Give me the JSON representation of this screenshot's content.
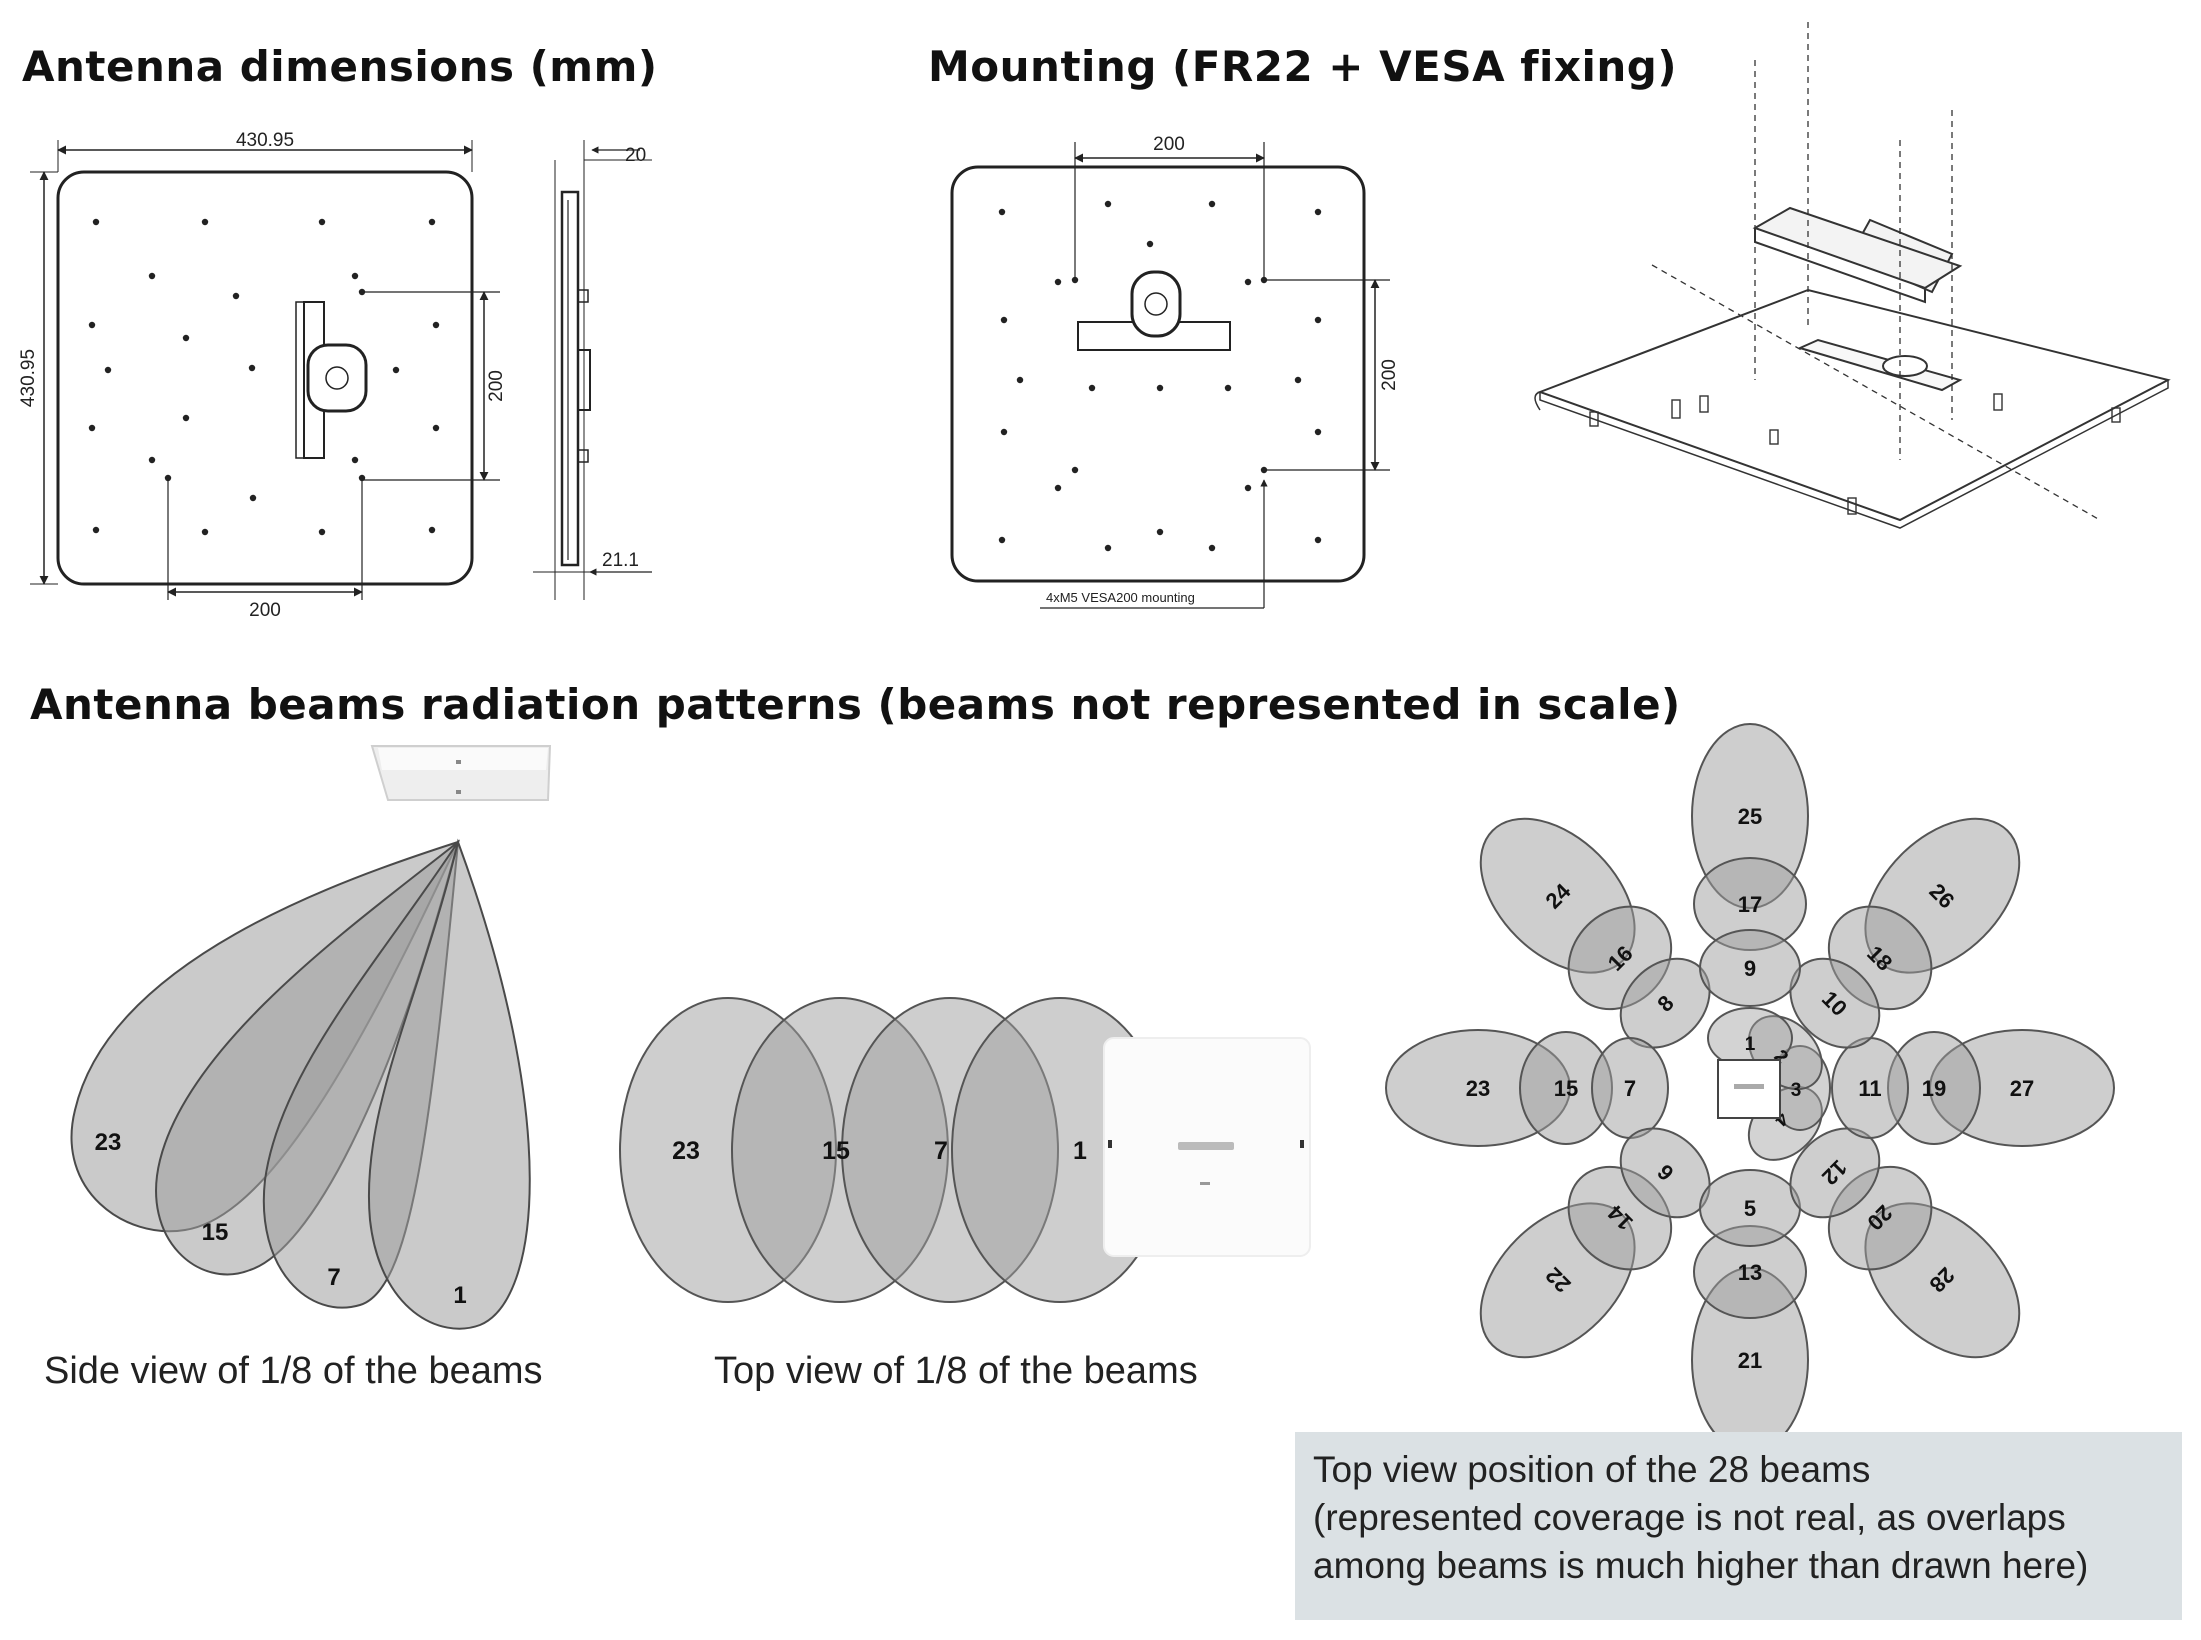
{
  "headings": {
    "dimensions": "Antenna dimensions (mm)",
    "mounting": "Mounting (FR22 + VESA fixing)",
    "beams": "Antenna beams radiation patterns (beams not represented in scale)"
  },
  "dimensions": {
    "width": "430.95",
    "height": "430.95",
    "hole_spacing_horizontal": "200",
    "hole_spacing_vertical": "200",
    "side_depth_top": "20",
    "side_depth_bottom": "21.1"
  },
  "mounting": {
    "spacing_horizontal": "200",
    "spacing_vertical": "200",
    "vesa_label": "4xM5 VESA200 mounting"
  },
  "side_view": {
    "caption": "Side view of 1/8 of the beams",
    "beams": [
      "23",
      "15",
      "7",
      "1"
    ]
  },
  "top_view": {
    "caption": "Top view of 1/8 of the beams",
    "beams": [
      "23",
      "15",
      "7",
      "1"
    ]
  },
  "beam_map": {
    "beams": [
      "1",
      "2",
      "3",
      "4",
      "5",
      "6",
      "7",
      "8",
      "9",
      "10",
      "11",
      "12",
      "13",
      "14",
      "15",
      "16",
      "17",
      "18",
      "19",
      "20",
      "21",
      "22",
      "23",
      "24",
      "25",
      "26",
      "27",
      "28"
    ],
    "note_lines": [
      "Top view position of the 28 beams",
      "(represented coverage is not real, as overlaps",
      "among beams is much higher than drawn here)"
    ]
  },
  "colors": {
    "beam_fill": "#9e9e9e",
    "beam_stroke": "#555555",
    "note_box": "#dbe1e4",
    "line": "#222222"
  }
}
